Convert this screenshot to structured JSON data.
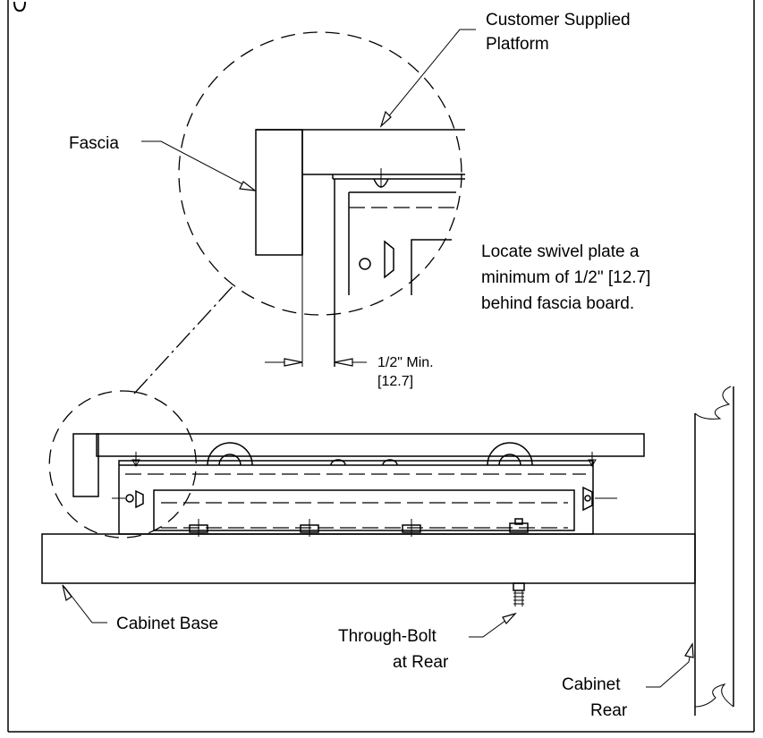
{
  "labels": {
    "platform_line1": "Customer Supplied",
    "platform_line2": "Platform",
    "fascia": "Fascia",
    "note_line1": "Locate swivel plate a",
    "note_line2": "minimum of 1/2\" [12.7]",
    "note_line3": "behind fascia board.",
    "dim_line1": "1/2\" Min.",
    "dim_line2": "[12.7]",
    "cabinet_base": "Cabinet Base",
    "bolt_line1": "Through-Bolt",
    "bolt_line2": "at Rear",
    "rear_line1": "Cabinet",
    "rear_line2": "Rear"
  },
  "colors": {
    "line": "#000000",
    "background": "#ffffff"
  }
}
